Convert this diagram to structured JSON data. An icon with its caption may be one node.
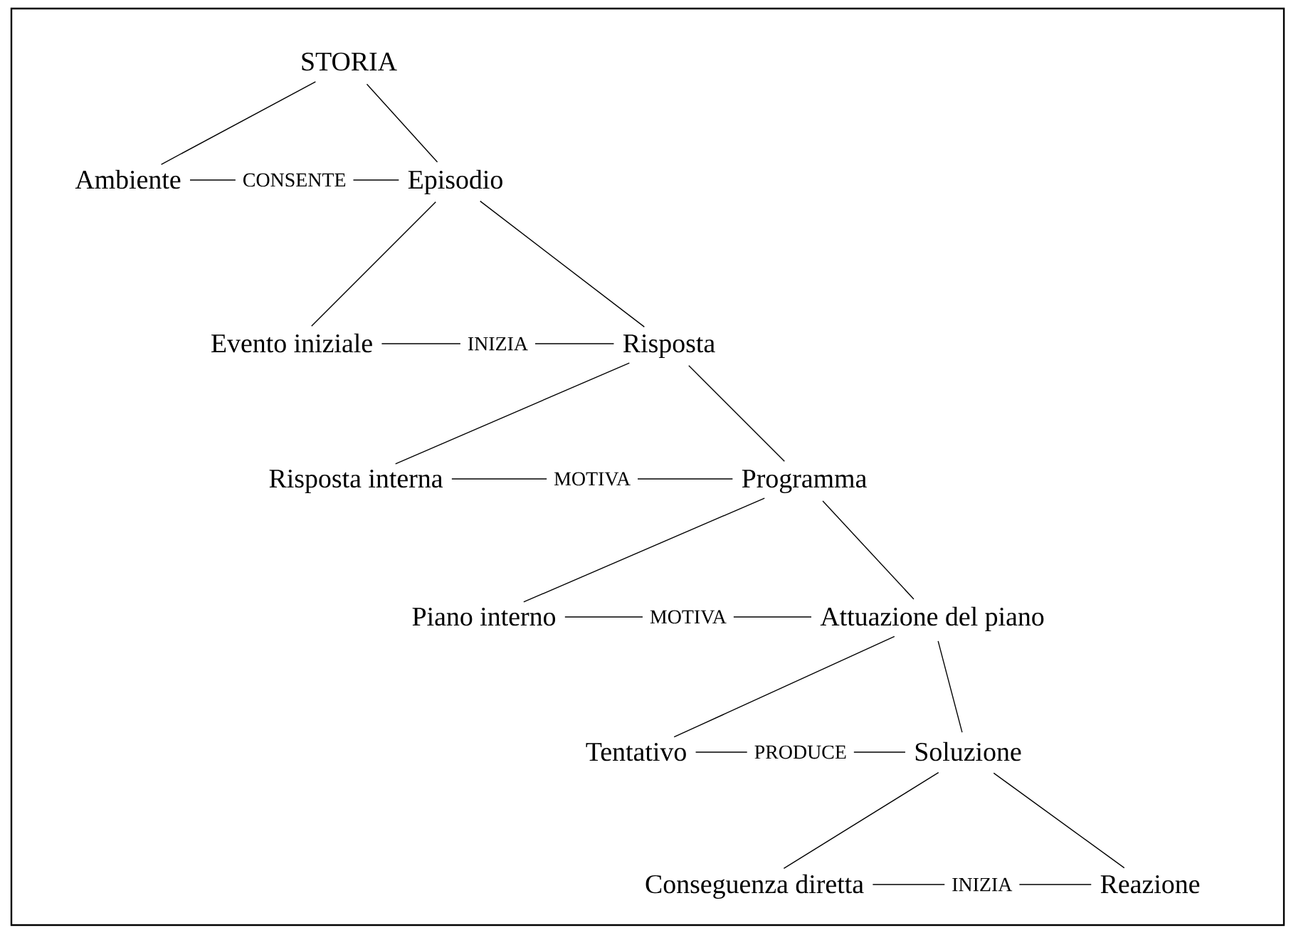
{
  "diagram": {
    "nodes": [
      {
        "text": [
          "STORIA"
        ]
      },
      {
        "text": [
          "Ambiente"
        ]
      },
      {
        "text": [
          "Episodio"
        ]
      },
      {
        "text": [
          "Evento iniziale"
        ]
      },
      {
        "text": [
          "Risposta"
        ]
      },
      {
        "text": [
          "Risposta interna"
        ]
      },
      {
        "text": [
          "Programma"
        ]
      },
      {
        "text": [
          "Piano interno"
        ]
      },
      {
        "text": [
          "Attuazione del piano"
        ]
      },
      {
        "text": [
          "Tentativo"
        ]
      },
      {
        "text": [
          "Soluzione"
        ]
      },
      {
        "text": [
          "Conseguenza diretta"
        ]
      },
      {
        "text": [
          "Reazione"
        ]
      }
    ],
    "edges": [
      {
        "from": 0,
        "to": 1,
        "arrow": "none"
      },
      {
        "from": 0,
        "to": 2,
        "arrow": "none"
      },
      {
        "from": 1,
        "to": 2,
        "arrow": "none",
        "label": "CONSENTE"
      },
      {
        "from": 2,
        "to": 3,
        "arrow": "none"
      },
      {
        "from": 2,
        "to": 4,
        "arrow": "none"
      },
      {
        "from": 3,
        "to": 4,
        "arrow": "none",
        "label": "INIZIA"
      },
      {
        "from": 4,
        "to": 5,
        "arrow": "none"
      },
      {
        "from": 4,
        "to": 6,
        "arrow": "none"
      },
      {
        "from": 5,
        "to": 6,
        "arrow": "none",
        "label": "MOTIVA"
      },
      {
        "from": 6,
        "to": 7,
        "arrow": "none"
      },
      {
        "from": 6,
        "to": 8,
        "arrow": "none"
      },
      {
        "from": 7,
        "to": 8,
        "arrow": "none",
        "label": "MOTIVA"
      },
      {
        "from": 8,
        "to": 9,
        "arrow": "none"
      },
      {
        "from": 8,
        "to": 10,
        "arrow": "none"
      },
      {
        "from": 9,
        "to": 10,
        "arrow": "none",
        "label": "PRODUCE"
      },
      {
        "from": 10,
        "to": 11,
        "arrow": "none"
      },
      {
        "from": 10,
        "to": 12,
        "arrow": "none"
      },
      {
        "from": 11,
        "to": 12,
        "arrow": "none",
        "label": "INIZIA"
      }
    ]
  }
}
